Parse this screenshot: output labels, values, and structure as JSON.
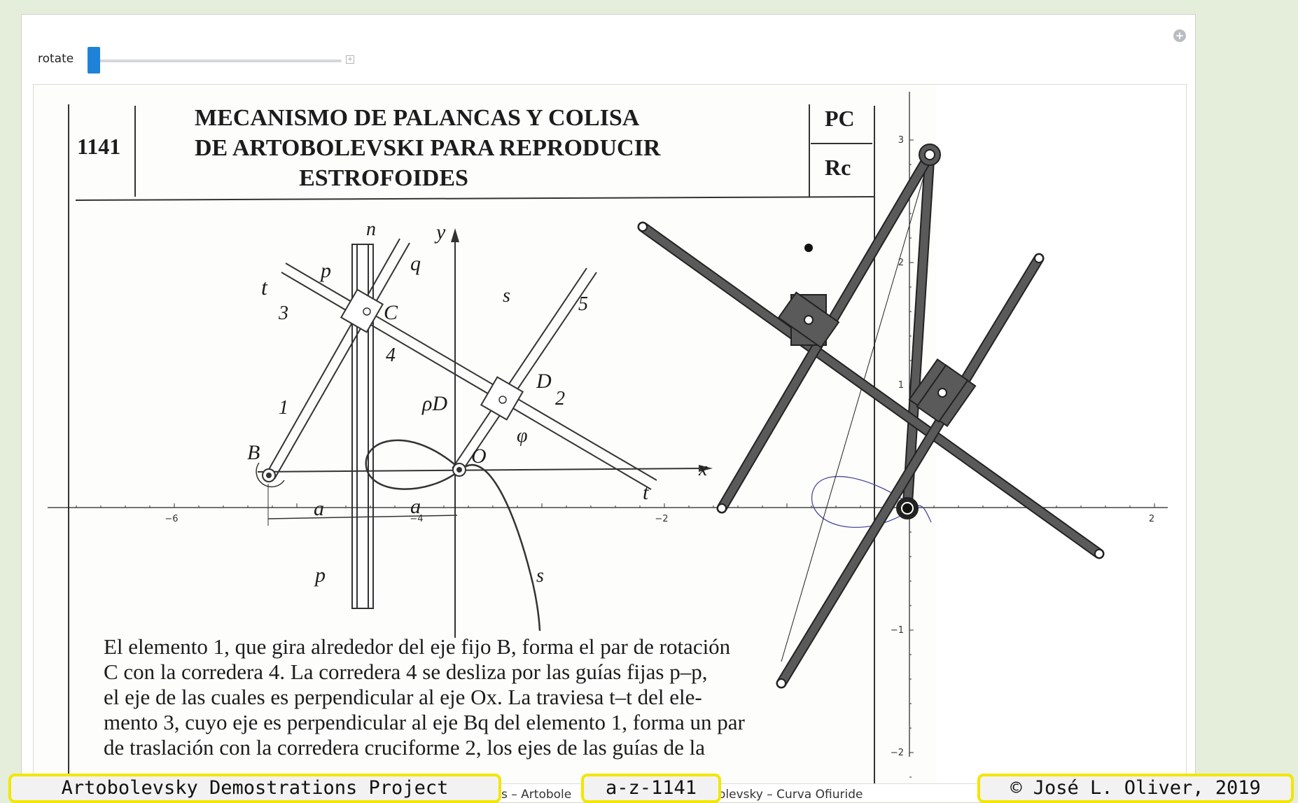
{
  "controls": {
    "rotate_label": "rotate",
    "rotate_value": 0.02,
    "plus_icon": "plus-circle-icon",
    "slider_plus": "+"
  },
  "document": {
    "number": "1141",
    "title_lines": [
      "MECANISMO DE PALANCAS Y COLISA",
      "DE ARTOBOLEVSKI PARA REPRODUCIR",
      "ESTROFOIDES"
    ],
    "code_top": "PC",
    "code_bottom": "Rc",
    "description_lines": [
      "El elemento 1, que gira alrededor del eje fijo B, forma el par de rotación",
      "C con la corredera 4. La corredera 4 se desliza por las guías fijas p–p,",
      "el eje de las cuales es perpendicular al eje Ox. La traviesa t–t del ele-",
      "mento 3, cuyo eje es perpendicular al eje Bq del elemento 1, forma un par",
      "de traslación con la corredera cruciforme 2, los ejes de las guías de la"
    ],
    "figure_labels": [
      "p",
      "n",
      "q",
      "y",
      "t",
      "3",
      "C",
      "4",
      "s",
      "5",
      "1",
      "D",
      "2",
      "ρD",
      "B",
      "O",
      "φ",
      "x",
      "t",
      "a",
      "a",
      "p",
      "s"
    ]
  },
  "plot": {
    "x_ticks": [
      "-6",
      "-4",
      "-2",
      "2"
    ],
    "y_ticks": [
      "3",
      "2",
      "1",
      "-1",
      "-2"
    ]
  },
  "colors": {
    "slider_accent": "#1e82d8",
    "badge_border": "#f2e600",
    "link_gray": "#5a5a5a",
    "curve_blue": "#4a4aa0"
  },
  "footer": {
    "badge_left": "Artobolevsky Demostrations Project",
    "badge_mid": "a-z-1141",
    "badge_right": "© José L. Oliver, 2019",
    "fragment_1": "s – Artobole",
    "fragment_2": "olevsky – Curva Ofiuride"
  }
}
